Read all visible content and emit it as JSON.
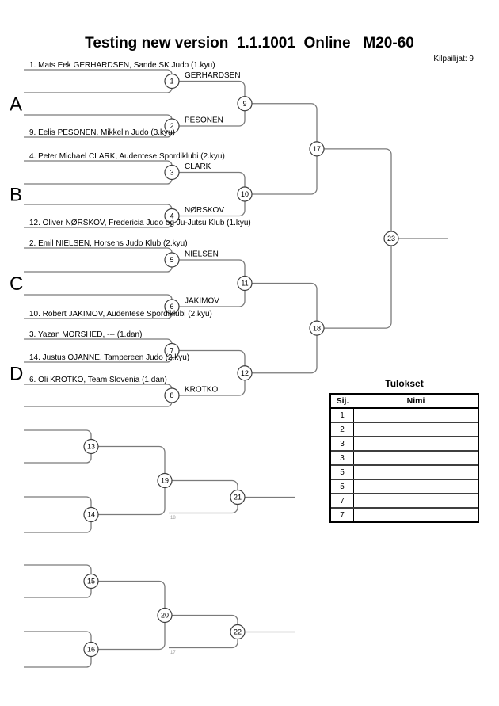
{
  "page": {
    "title": "Testing new version  1.1.1001  Online   M20-60",
    "competitors": "Kilpailijat: 9"
  },
  "bracket": {
    "pool_labels": [
      "A",
      "B",
      "C",
      "D"
    ],
    "entries": [
      "1. Mats Eek GERHARDSEN, Sande SK Judo (1.kyu)",
      "9. Eelis PESONEN, Mikkelin Judo (3.kyu)",
      "4. Peter Michael CLARK, Audentese Spordiklubi (2.kyu)",
      "12. Oliver NØRSKOV, Fredericia Judo og Ju-Jutsu Klub (1.kyu)",
      "2. Emil NIELSEN, Horsens Judo Klub (2.kyu)",
      "10. Robert JAKIMOV, Audentese Spordiklubi (2.kyu)",
      "3. Yazan MORSHED, --- (1.dan)",
      "14. Justus OJANNE, Tampereen Judo (2.kyu)",
      "6. Oli KROTKO, Team Slovenia (1.dan)"
    ],
    "winner_labels": [
      "GERHARDSEN",
      "PESONEN",
      "CLARK",
      "NØRSKOV",
      "NIELSEN",
      "JAKIMOV",
      "",
      "KROTKO"
    ],
    "match_numbers": {
      "round1": [
        "1",
        "2",
        "3",
        "4",
        "5",
        "6",
        "7",
        "8"
      ],
      "round2": [
        "9",
        "10",
        "11",
        "12"
      ],
      "semifinals": [
        "17",
        "18"
      ],
      "final": "23"
    },
    "repechage": {
      "match_numbers": [
        "13",
        "14",
        "19",
        "21",
        "15",
        "16",
        "20",
        "22"
      ],
      "feed_labels": [
        "18",
        "17"
      ]
    }
  },
  "results": {
    "title": "Tulokset",
    "col_place": "Sij.",
    "col_name": "Nimi",
    "rows": [
      {
        "place": "1",
        "name": ""
      },
      {
        "place": "2",
        "name": ""
      },
      {
        "place": "3",
        "name": ""
      },
      {
        "place": "3",
        "name": ""
      },
      {
        "place": "5",
        "name": ""
      },
      {
        "place": "5",
        "name": ""
      },
      {
        "place": "7",
        "name": ""
      },
      {
        "place": "7",
        "name": ""
      }
    ]
  },
  "colors": {
    "line": "#7a7a7a",
    "circle_stroke": "#3d3d3d",
    "feed_label": "#9a9a9a",
    "text": "#000000"
  }
}
